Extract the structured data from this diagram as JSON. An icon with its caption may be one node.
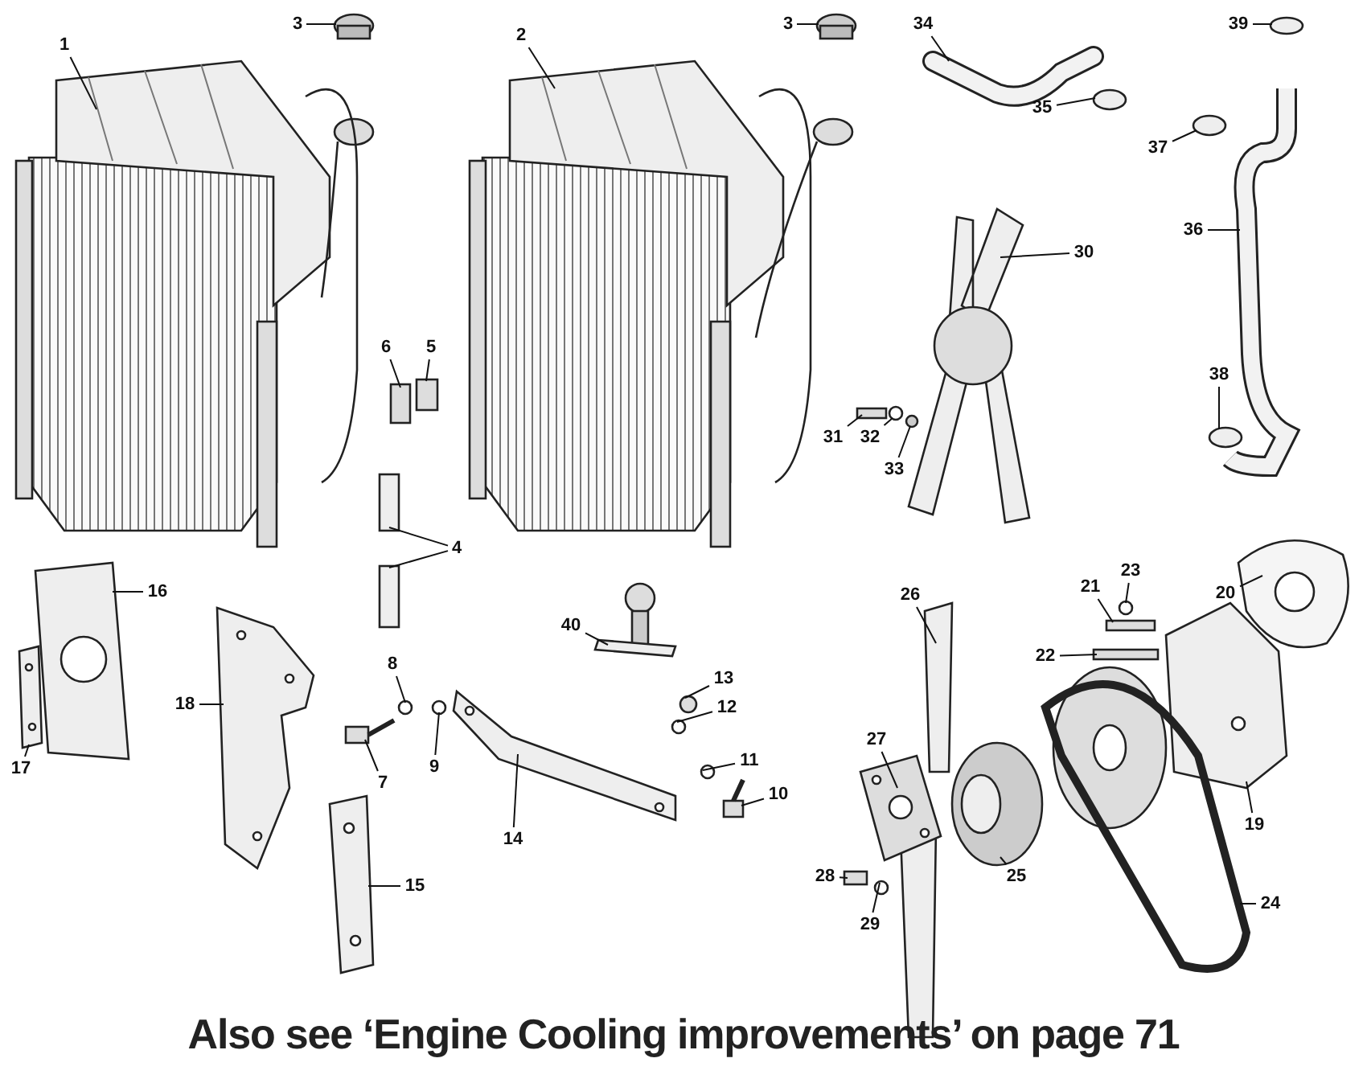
{
  "diagram": {
    "caption": "Also see ‘Engine Cooling improvements’ on page 71",
    "nodes": [
      {
        "text": [
          "1"
        ]
      },
      {
        "text": [
          "3"
        ]
      },
      {
        "text": [
          "2"
        ]
      },
      {
        "text": [
          "3"
        ]
      },
      {
        "text": [
          "34"
        ]
      },
      {
        "text": [
          "39"
        ]
      },
      {
        "text": [
          "35"
        ]
      },
      {
        "text": [
          "37"
        ]
      },
      {
        "text": [
          "36"
        ]
      },
      {
        "text": [
          "30"
        ]
      },
      {
        "text": [
          "6"
        ]
      },
      {
        "text": [
          "5"
        ]
      },
      {
        "text": [
          "31"
        ]
      },
      {
        "text": [
          "32"
        ]
      },
      {
        "text": [
          "33"
        ]
      },
      {
        "text": [
          "38"
        ]
      },
      {
        "text": [
          "4"
        ]
      },
      {
        "text": [
          "21"
        ]
      },
      {
        "text": [
          "23"
        ]
      },
      {
        "text": [
          "20"
        ]
      },
      {
        "text": [
          "16"
        ]
      },
      {
        "text": [
          "40"
        ]
      },
      {
        "text": [
          "22"
        ]
      },
      {
        "text": [
          "8"
        ]
      },
      {
        "text": [
          "13"
        ]
      },
      {
        "text": [
          "12"
        ]
      },
      {
        "text": [
          "18"
        ]
      },
      {
        "text": [
          "26"
        ]
      },
      {
        "text": [
          "11"
        ]
      },
      {
        "text": [
          "9"
        ]
      },
      {
        "text": [
          "27"
        ]
      },
      {
        "text": [
          "17"
        ]
      },
      {
        "text": [
          "7"
        ]
      },
      {
        "text": [
          "10"
        ]
      },
      {
        "text": [
          "19"
        ]
      },
      {
        "text": [
          "14"
        ]
      },
      {
        "text": [
          "25"
        ]
      },
      {
        "text": [
          "28"
        ]
      },
      {
        "text": [
          "24"
        ]
      },
      {
        "text": [
          "15"
        ]
      },
      {
        "text": [
          "29"
        ]
      },
      {
        "text": [],
        "shape": "picture"
      },
      {
        "text": [],
        "shape": "picture"
      },
      {
        "text": [],
        "shape": "picture"
      },
      {
        "text": [],
        "shape": "picture"
      },
      {
        "text": [],
        "shape": "picture"
      },
      {
        "text": [],
        "shape": "circle"
      },
      {
        "text": [],
        "shape": "circle"
      },
      {
        "text": [],
        "shape": "circle"
      },
      {
        "text": [],
        "shape": "picture"
      },
      {
        "text": [],
        "shape": "picture"
      },
      {
        "text": [],
        "shape": "box"
      },
      {
        "text": [],
        "shape": "box"
      },
      {
        "text": [],
        "shape": "box"
      },
      {
        "text": [],
        "shape": "circle"
      },
      {
        "text": [],
        "shape": "circle"
      },
      {
        "text": [],
        "shape": "circle"
      },
      {
        "text": [],
        "shape": "box"
      },
      {
        "text": [],
        "shape": "box"
      },
      {
        "text": [],
        "shape": "circle"
      },
      {
        "text": [],
        "shape": "picture"
      },
      {
        "text": [],
        "shape": "picture"
      },
      {
        "text": [],
        "shape": "picture"
      },
      {
        "text": [],
        "shape": "box"
      },
      {
        "text": [],
        "shape": "circle"
      },
      {
        "text": [],
        "shape": "circle"
      },
      {
        "text": [],
        "shape": "circle"
      },
      {
        "text": [],
        "shape": "picture"
      },
      {
        "text": [],
        "shape": "picture"
      },
      {
        "text": [],
        "shape": "circle"
      },
      {
        "text": [],
        "shape": "circle"
      },
      {
        "text": [],
        "shape": "picture"
      },
      {
        "text": [],
        "shape": "picture"
      },
      {
        "text": [],
        "shape": "picture"
      },
      {
        "text": [],
        "shape": "picture"
      },
      {
        "text": [],
        "shape": "picture"
      },
      {
        "text": [],
        "shape": "picture"
      },
      {
        "text": [],
        "shape": "picture"
      },
      {
        "text": [],
        "shape": "box"
      },
      {
        "text": [],
        "shape": "picture"
      },
      {
        "text": [],
        "shape": "picture"
      },
      {
        "text": [],
        "shape": "circle"
      },
      {
        "text": [],
        "shape": "box"
      }
    ],
    "edges": [
      {
        "from": 0,
        "to": 41,
        "arrow": "none"
      },
      {
        "from": 1,
        "to": 42,
        "arrow": "none"
      },
      {
        "from": 2,
        "to": 43,
        "arrow": "none"
      },
      {
        "from": 3,
        "to": 44,
        "arrow": "none"
      },
      {
        "from": 4,
        "to": 45,
        "arrow": "none"
      },
      {
        "from": 5,
        "to": 46,
        "arrow": "none"
      },
      {
        "from": 6,
        "to": 47,
        "arrow": "none"
      },
      {
        "from": 7,
        "to": 48,
        "arrow": "none"
      },
      {
        "from": 8,
        "to": 49,
        "arrow": "none"
      },
      {
        "from": 9,
        "to": 50,
        "arrow": "none"
      },
      {
        "from": 10,
        "to": 51,
        "arrow": "none"
      },
      {
        "from": 11,
        "to": 52,
        "arrow": "none"
      },
      {
        "from": 12,
        "to": 53,
        "arrow": "none"
      },
      {
        "from": 13,
        "to": 54,
        "arrow": "none"
      },
      {
        "from": 14,
        "to": 55,
        "arrow": "none"
      },
      {
        "from": 15,
        "to": 56,
        "arrow": "none"
      },
      {
        "from": 16,
        "to": 57,
        "arrow": "none"
      },
      {
        "from": 17,
        "to": 58,
        "arrow": "none"
      },
      {
        "from": 18,
        "to": 59,
        "arrow": "none"
      },
      {
        "from": 19,
        "to": 60,
        "arrow": "none"
      },
      {
        "from": 20,
        "to": 61,
        "arrow": "none"
      },
      {
        "from": 21,
        "to": 62,
        "arrow": "none"
      },
      {
        "from": 22,
        "to": 63,
        "arrow": "none"
      },
      {
        "from": 23,
        "to": 64,
        "arrow": "none"
      },
      {
        "from": 24,
        "to": 65,
        "arrow": "none"
      },
      {
        "from": 25,
        "to": 66,
        "arrow": "none"
      },
      {
        "from": 26,
        "to": 67,
        "arrow": "none"
      },
      {
        "from": 27,
        "to": 68,
        "arrow": "none"
      },
      {
        "from": 28,
        "to": 69,
        "arrow": "none"
      },
      {
        "from": 29,
        "to": 70,
        "arrow": "none"
      },
      {
        "from": 30,
        "to": 71,
        "arrow": "none"
      },
      {
        "from": 31,
        "to": 72,
        "arrow": "none"
      },
      {
        "from": 32,
        "to": 73,
        "arrow": "none"
      },
      {
        "from": 33,
        "to": 74,
        "arrow": "none"
      },
      {
        "from": 34,
        "to": 75,
        "arrow": "none"
      },
      {
        "from": 35,
        "to": 76,
        "arrow": "none"
      },
      {
        "from": 36,
        "to": 77,
        "arrow": "none"
      },
      {
        "from": 37,
        "to": 78,
        "arrow": "none"
      },
      {
        "from": 38,
        "to": 79,
        "arrow": "none"
      },
      {
        "from": 39,
        "to": 80,
        "arrow": "none"
      },
      {
        "from": 40,
        "to": 81,
        "arrow": "none"
      },
      {
        "from": 16,
        "to": 82,
        "arrow": "none"
      }
    ]
  }
}
